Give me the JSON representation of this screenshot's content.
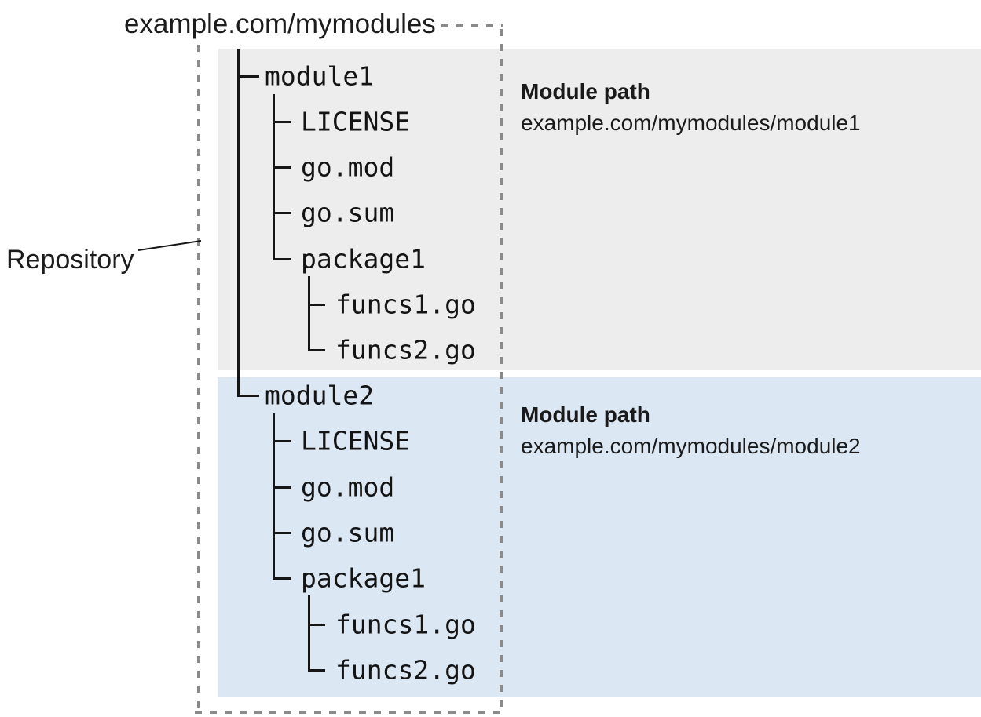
{
  "repo": {
    "title": "example.com/mymodules",
    "label": "Repository"
  },
  "colors": {
    "module1_panel": "#ededed",
    "module2_panel": "#dbe7f3",
    "dotted_border": "#8a8a8a",
    "tree_lines": "#161616",
    "text": "#1c1c1c"
  },
  "modules": [
    {
      "name": "module1",
      "files": [
        "LICENSE",
        "go.mod",
        "go.sum"
      ],
      "package": {
        "name": "package1",
        "files": [
          "funcs1.go",
          "funcs2.go"
        ]
      },
      "path_label": "Module path",
      "path": "example.com/mymodules/module1"
    },
    {
      "name": "module2",
      "files": [
        "LICENSE",
        "go.mod",
        "go.sum"
      ],
      "package": {
        "name": "package1",
        "files": [
          "funcs1.go",
          "funcs2.go"
        ]
      },
      "path_label": "Module path",
      "path": "example.com/mymodules/module2"
    }
  ]
}
